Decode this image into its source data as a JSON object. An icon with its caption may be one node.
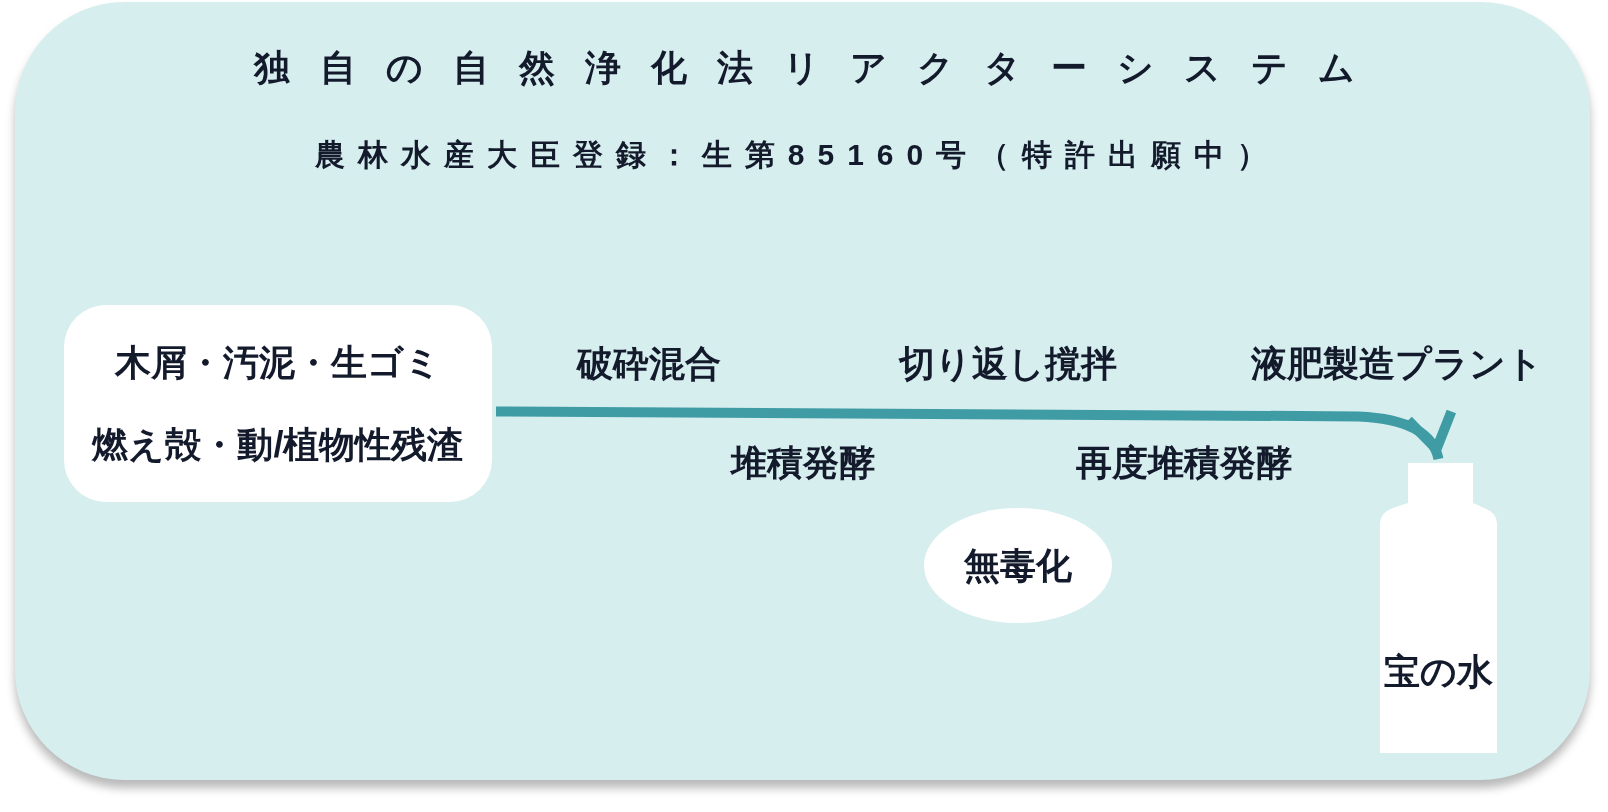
{
  "diagram": {
    "title": "独自の自然浄化法リアクターシステム",
    "nodes": [
      {
        "text": [
          "木屑・汚泥・生ゴミ",
          "燃え殻・動/植物性残渣"
        ]
      },
      {
        "text": [
          "無毒化"
        ]
      },
      {
        "text": [
          "宝の水"
        ]
      }
    ],
    "edges": [
      {
        "from": 0,
        "to": 2,
        "arrow": "to"
      }
    ],
    "labels": [
      "農林水産大臣登録：生第85160号（特許出願中）",
      "破砕混合",
      "切り返し撹拌",
      "液肥製造プラント",
      "堆積発酵",
      "再度堆積発酵"
    ]
  }
}
